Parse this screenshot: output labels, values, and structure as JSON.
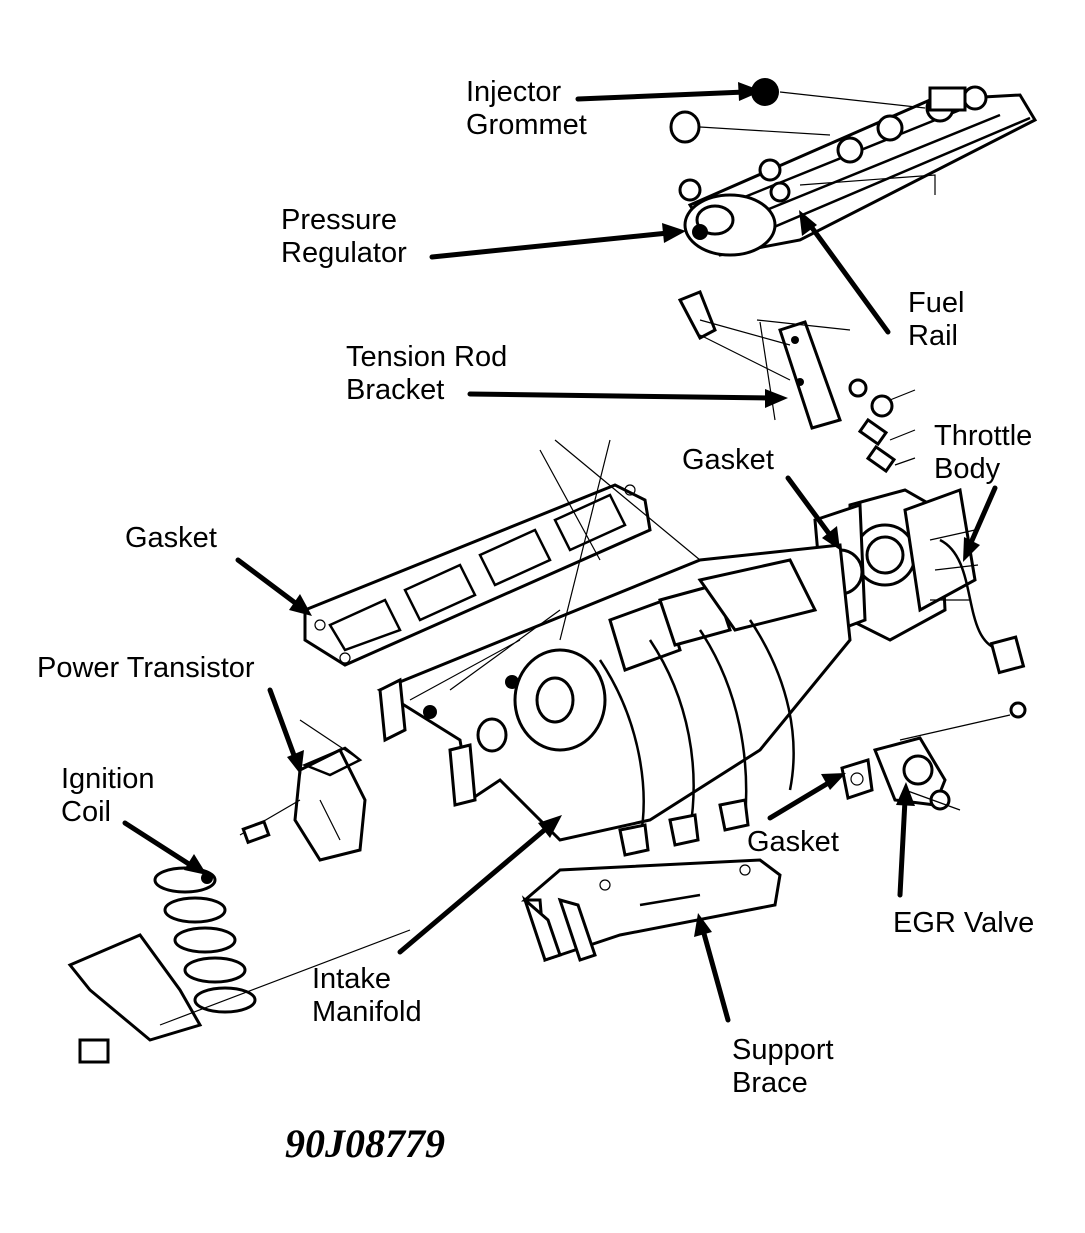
{
  "labels": {
    "injector_grommet": [
      "Injector",
      "Grommet"
    ],
    "pressure_regulator": [
      "Pressure",
      "Regulator"
    ],
    "fuel_rail": [
      "Fuel",
      "Rail"
    ],
    "tension_rod_bracket": [
      "Tension Rod",
      "Bracket"
    ],
    "throttle_body": [
      "Throttle",
      "Body"
    ],
    "gasket_throttle": "Gasket",
    "gasket_head": "Gasket",
    "power_transistor": "Power Transistor",
    "ignition_coil": [
      "Ignition",
      "Coil"
    ],
    "intake_manifold": [
      "Intake",
      "Manifold"
    ],
    "gasket_egr": "Gasket",
    "egr_valve": "EGR Valve",
    "support_brace": [
      "Support",
      "Brace"
    ]
  },
  "figure_code": "90J08779",
  "colors": {
    "ink": "#000000",
    "paper": "#ffffff"
  }
}
